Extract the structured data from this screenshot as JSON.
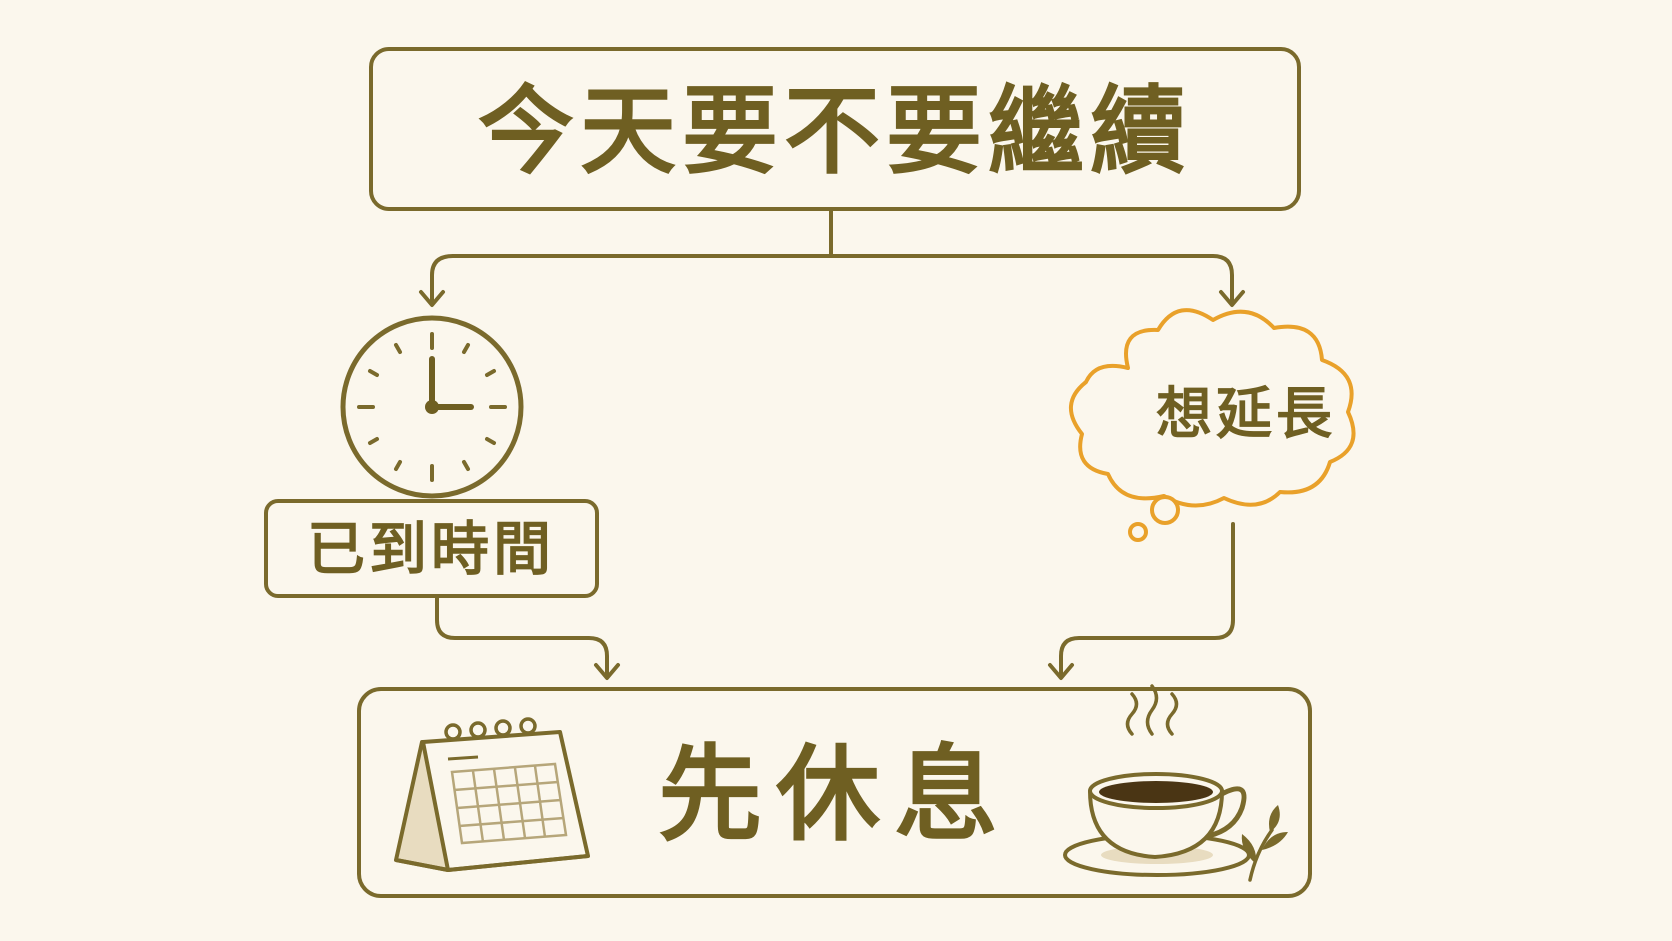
{
  "colors": {
    "background": "#fbf7ed",
    "line": "#7a6a2c",
    "text": "#6f5f22",
    "thought_cloud": "#e9a12a",
    "coffee": "#4a3514",
    "calendar_fill": "#e8dcc0"
  },
  "question": {
    "text": "今天要不要繼續"
  },
  "left_branch": {
    "icon": "clock-icon",
    "label": "已到時間"
  },
  "right_branch": {
    "icon": "thought-cloud-icon",
    "label": "想延長"
  },
  "outcome": {
    "text": "先休息",
    "left_icon": "calendar-icon",
    "right_icon": "coffee-cup-icon"
  }
}
